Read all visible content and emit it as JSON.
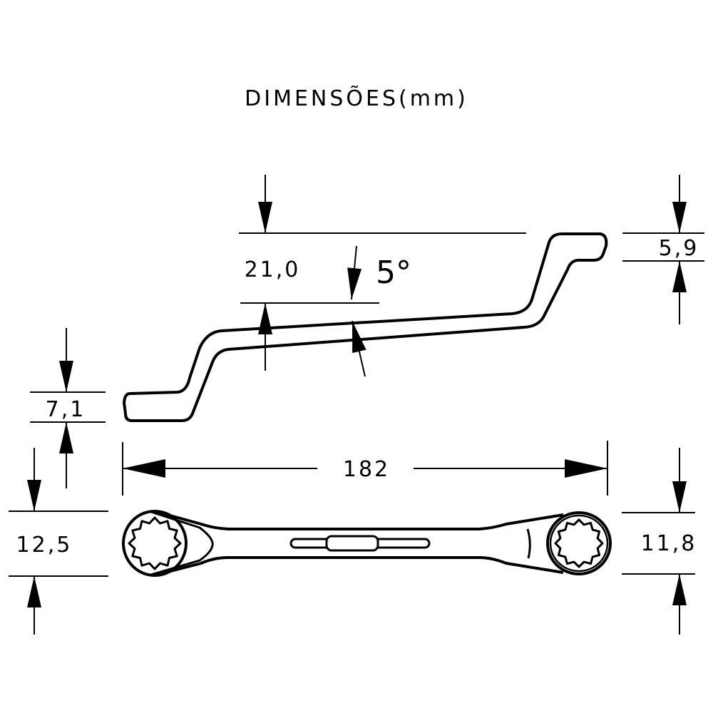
{
  "title": "DIMENSÕES(mm)",
  "dimensions": {
    "offset_height": "21,0",
    "angle": "5°",
    "right_head_thickness": "5,9",
    "left_head_thickness": "7,1",
    "length": "182",
    "left_head_width": "12,5",
    "right_head_width": "11,8"
  },
  "colors": {
    "line": "#000000",
    "background": "#ffffff"
  }
}
